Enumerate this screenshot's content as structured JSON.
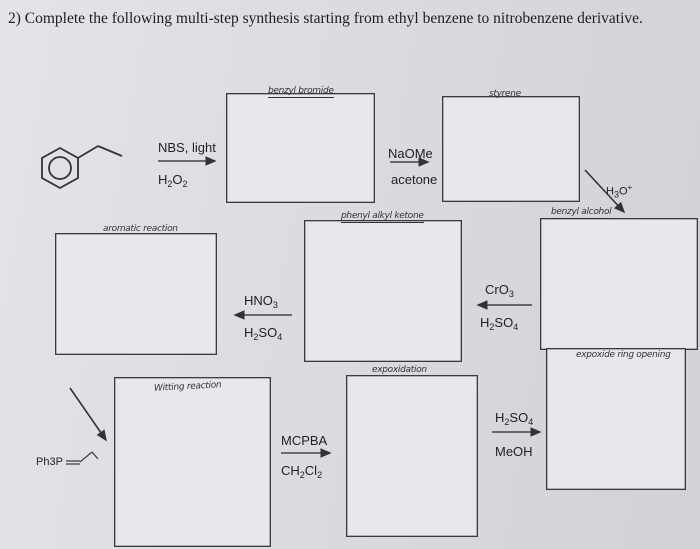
{
  "question": {
    "text": "2) Complete the following multi-step synthesis starting from ethyl benzene to nitrobenzene derivative."
  },
  "labels": {
    "benzyl_bromide": "benzyl bromide",
    "styrene": "styrene",
    "phenyl_alkyl_ketone": "phenyl alkyl ketone",
    "benzyl_alcohol": "benzyl alcohol",
    "aromatic_reaction": "aromatic reaction",
    "expoxidation": "expoxidation",
    "epoxide_ring_opening": "expoxide ring opening",
    "wittig_reaction": "Witting reaction"
  },
  "reagents": {
    "step1_top": "NBS, light",
    "step1_bottom_main": "H",
    "step1_bottom_sub1": "2",
    "step1_bottom_main2": "O",
    "step1_bottom_sub2": "2",
    "step2_top": "NaOMe",
    "step2_bottom": "acetone",
    "step3_main": "H",
    "step3_sub": "3",
    "step3_main2": "O",
    "step3_sup": "+",
    "step4_top_main": "CrO",
    "step4_top_sub": "3",
    "step4_bottom_main": "H",
    "step4_bottom_sub1": "2",
    "step4_bottom_main2": "SO",
    "step4_bottom_sub2": "4",
    "step5_top_main": "HNO",
    "step5_top_sub": "3",
    "step5_bottom_main": "H",
    "step5_bottom_sub1": "2",
    "step5_bottom_main2": "SO",
    "step5_bottom_sub2": "4",
    "step6_top": "MCPBA",
    "step6_bottom_main": "CH",
    "step6_bottom_sub1": "2",
    "step6_bottom_main2": "Cl",
    "step6_bottom_sub2": "2",
    "step7_top_main": "H",
    "step7_top_sub1": "2",
    "step7_top_main2": "SO",
    "step7_top_sub2": "4",
    "step7_bottom": "MeOH",
    "wittig_reagent": "Ph3P"
  },
  "colors": {
    "ink": "#222222",
    "paper": "#e4e3e8"
  }
}
